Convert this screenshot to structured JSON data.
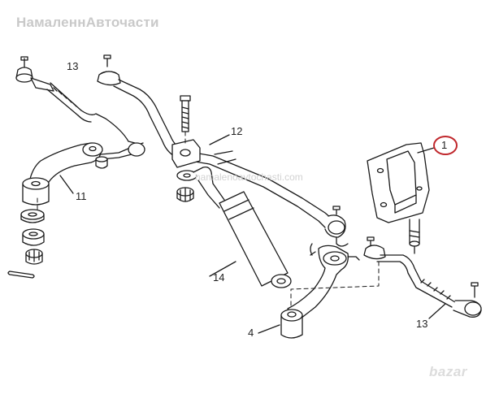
{
  "watermark": {
    "top": "НамаленнАвточасти",
    "middle": "namalenoavtochasti.com",
    "brand": "bazar"
  },
  "callouts": {
    "c1": "1",
    "c4": "4",
    "c11": "11",
    "c12": "12",
    "c13_left": "13",
    "c13_right": "13",
    "c14": "14"
  },
  "colors": {
    "line": "#1a1a1a",
    "highlight": "#c0282d",
    "watermark": "#c9c9c9"
  }
}
